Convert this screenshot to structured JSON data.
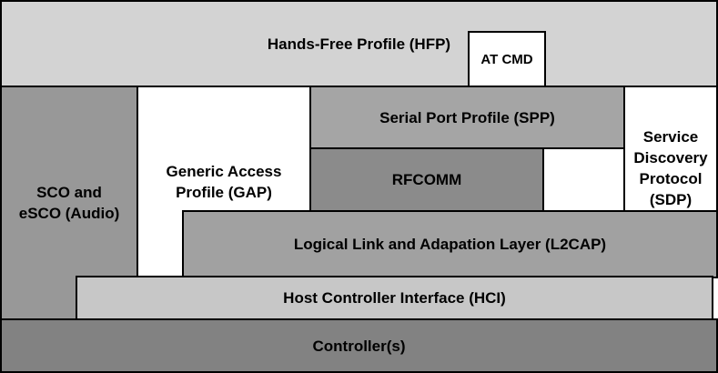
{
  "boxes": {
    "hfp": {
      "label": "Hands-Free Profile (HFP)",
      "fill": "#d3d3d3"
    },
    "at_cmd": {
      "label": "AT CMD",
      "fill": "#ffffff"
    },
    "sco_esco": {
      "label": "SCO and\neSCO (Audio)",
      "fill": "#989898"
    },
    "gap": {
      "label": "Generic Access\nProfile (GAP)",
      "fill": "#ffffff"
    },
    "spp": {
      "label": "Serial Port Profile (SPP)",
      "fill": "#a5a5a5"
    },
    "rfcomm": {
      "label": "RFCOMM",
      "fill": "#8b8b8b"
    },
    "sdp": {
      "label": "Service Discovery\nProtocol (SDP)",
      "fill": "#ffffff"
    },
    "l2cap": {
      "label": "Logical Link and Adapation Layer (L2CAP)",
      "fill": "#a1a1a1"
    },
    "hci": {
      "label": "Host Controller Interface (HCI)",
      "fill": "#c7c7c7"
    },
    "controller": {
      "label": "Controller(s)",
      "fill": "#828282"
    }
  },
  "border_color": "#000000",
  "background_color": "#ffffff",
  "text_color": "#000000"
}
